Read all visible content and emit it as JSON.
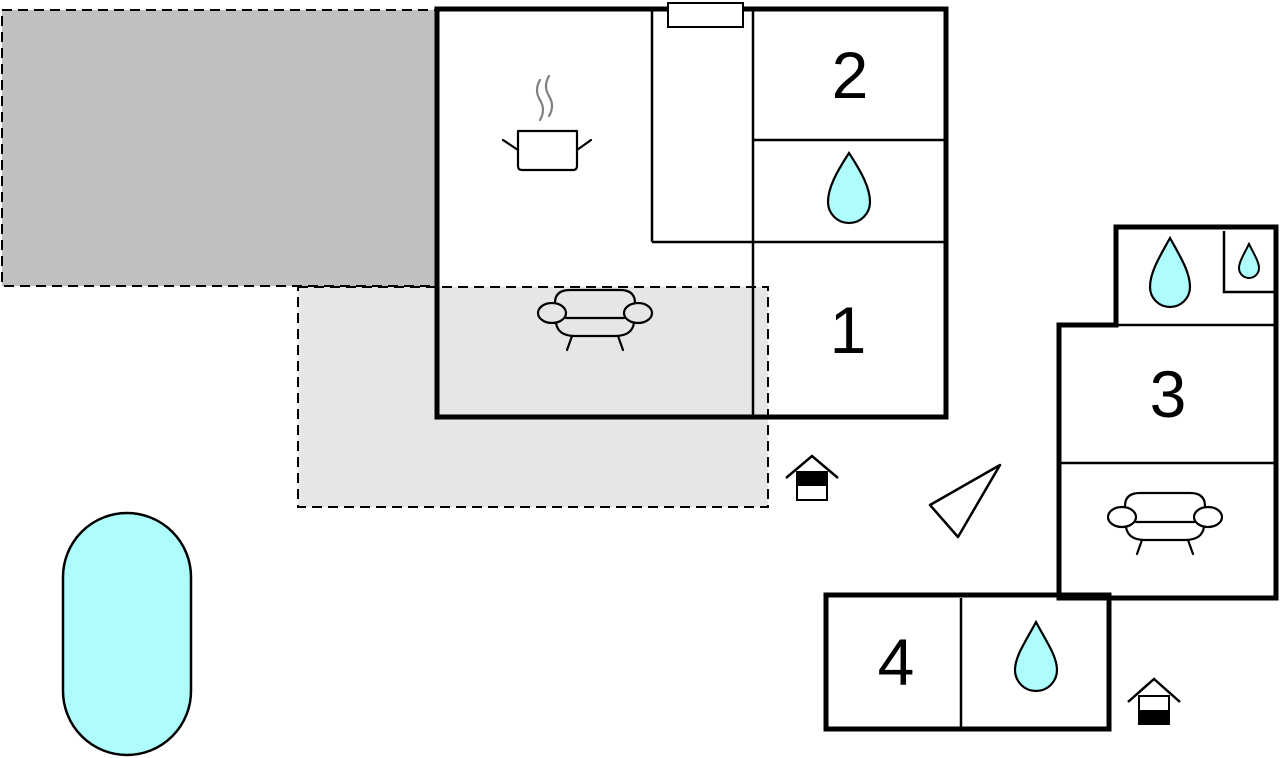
{
  "rooms": {
    "room1": {
      "label": "1"
    },
    "room2": {
      "label": "2"
    },
    "room3": {
      "label": "3"
    },
    "room4": {
      "label": "4"
    }
  },
  "icons": {
    "kitchen": "cooking-pot-icon",
    "living": "sofa-icon",
    "bathroom": "water-drop-icon",
    "entrance": "entrance-house-icon",
    "north": "north-arrow-icon"
  },
  "colors": {
    "covered_terrace": "#c0c0c0",
    "open_terrace": "#e6e6e6",
    "water": "#aefcfc",
    "walls": "#000000"
  }
}
